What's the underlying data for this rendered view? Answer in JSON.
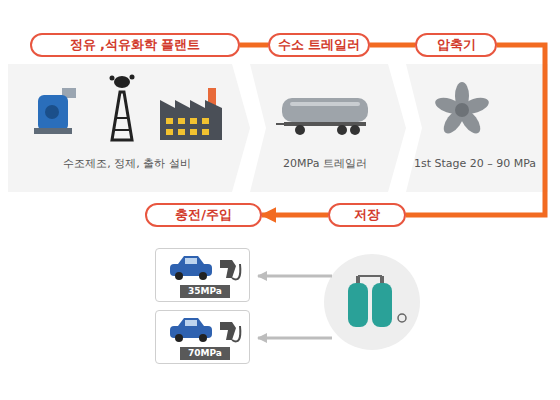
{
  "diagram": {
    "nodes": [
      {
        "text": [
          "정유 ,석유화학 플랜트"
        ]
      },
      {
        "text": [
          "수소 트레일러"
        ]
      },
      {
        "text": [
          "압축기"
        ]
      },
      {
        "text": [
          "저장"
        ]
      },
      {
        "text": [
          "충전/주입"
        ]
      },
      {
        "text": [
          "35MPa"
        ]
      },
      {
        "text": [
          "70MPa"
        ]
      }
    ],
    "edges": [
      {
        "from": 0,
        "to": 1,
        "arrow": "none"
      },
      {
        "from": 1,
        "to": 2,
        "arrow": "none"
      },
      {
        "from": 2,
        "to": 3,
        "arrow": "none"
      },
      {
        "from": 3,
        "to": 4,
        "arrow": "to"
      }
    ],
    "labels": [
      "수조제조, 정제, 출하 설비",
      "20MPa 트레일러",
      "1st Stage 20 – 90 MPa"
    ]
  }
}
